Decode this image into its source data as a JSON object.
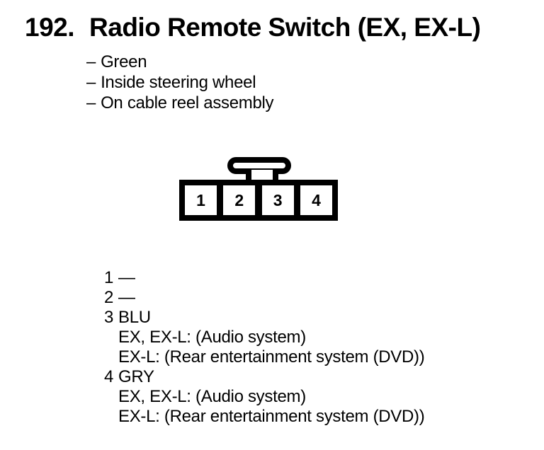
{
  "colors": {
    "ink": "#000000",
    "paper": "#ffffff"
  },
  "title": {
    "number": "192.",
    "text": "Radio Remote Switch (EX, EX-L)"
  },
  "notes": [
    {
      "bullet": "–",
      "text": "Green"
    },
    {
      "bullet": "–",
      "text": "Inside steering wheel"
    },
    {
      "bullet": "–",
      "text": "On cable reel assembly"
    }
  ],
  "connector": {
    "cavities": [
      "1",
      "2",
      "3",
      "4"
    ]
  },
  "pinout": [
    {
      "pin": "1",
      "lines": [
        "—"
      ]
    },
    {
      "pin": "2",
      "lines": [
        "—"
      ]
    },
    {
      "pin": "3",
      "lines": [
        "BLU",
        "EX, EX-L: (Audio system)",
        "EX-L: (Rear entertainment system (DVD))"
      ]
    },
    {
      "pin": "4",
      "lines": [
        "GRY",
        "EX, EX-L: (Audio system)",
        "EX-L: (Rear entertainment system (DVD))"
      ]
    }
  ]
}
